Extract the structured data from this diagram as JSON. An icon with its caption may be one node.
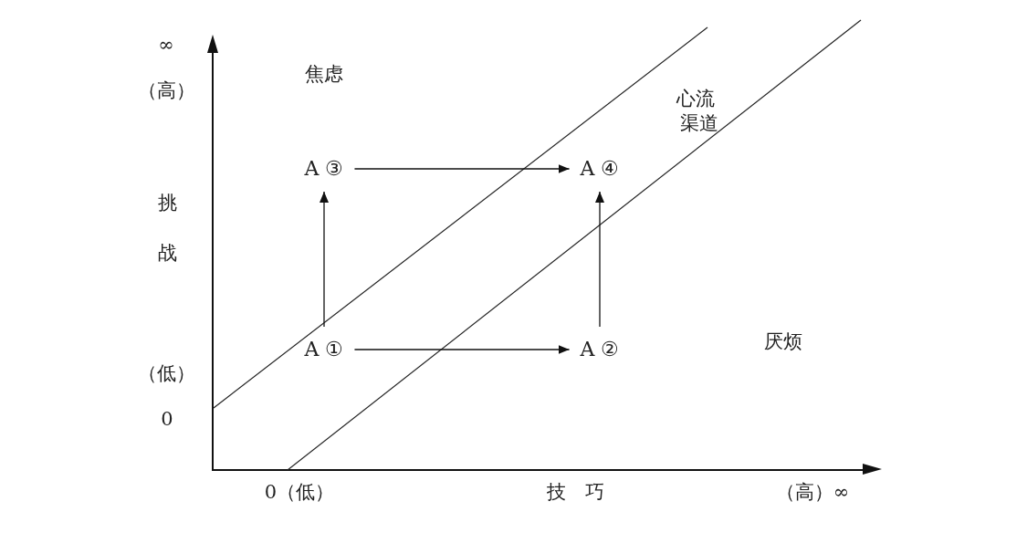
{
  "diagram": {
    "nodes": [
      {
        "text": [
          "A ③"
        ]
      },
      {
        "text": [
          "A ④"
        ]
      },
      {
        "text": [
          "A ①"
        ]
      },
      {
        "text": [
          "A ②"
        ]
      }
    ],
    "edges": [
      {
        "from": 0,
        "to": 1,
        "arrow": "to"
      },
      {
        "from": 2,
        "to": 0,
        "arrow": "to"
      },
      {
        "from": 3,
        "to": 1,
        "arrow": "to"
      },
      {
        "from": 2,
        "to": 3,
        "arrow": "to"
      }
    ],
    "labels": [
      "∞",
      "（高）",
      "焦虑",
      "心流渠道",
      "挑战",
      "厌烦",
      "（低）",
      "0",
      "0（低）",
      "技巧",
      "（高）∞"
    ]
  }
}
